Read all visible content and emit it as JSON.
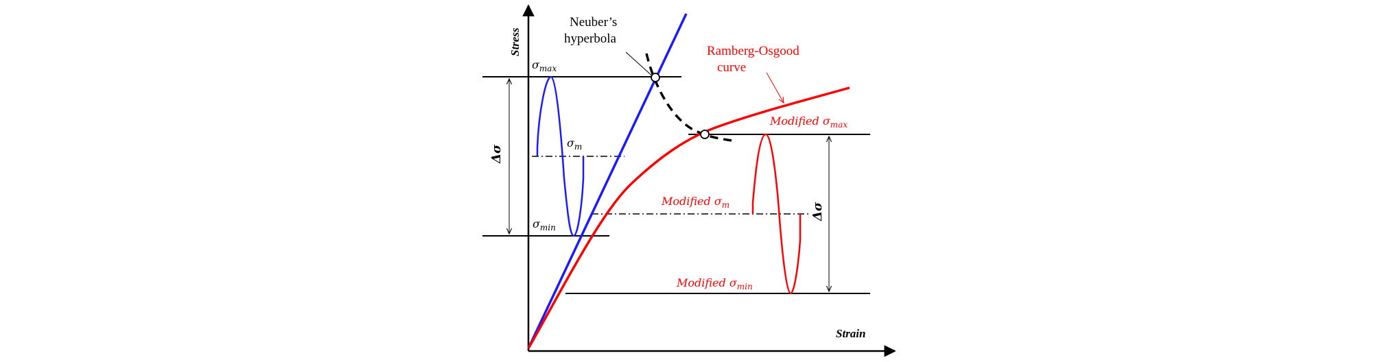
{
  "axes": {
    "y_label": "Stress",
    "x_label": "Strain"
  },
  "annotations": {
    "neuber_line1": "Neuber’s",
    "neuber_line2": "hyperbola",
    "ro_line1": "Ramberg-Osgood",
    "ro_line2": "curve"
  },
  "symbols": {
    "sigma": "σ",
    "max_sub": "max",
    "min_sub": "min",
    "m_sub": "m",
    "delta_sigma": "Δσ",
    "modified": "Modified"
  },
  "colors": {
    "elastic_line": "#1a1aff",
    "ramberg_osgood": "#ff0000",
    "neuber": "#000000",
    "axes": "#000000"
  }
}
